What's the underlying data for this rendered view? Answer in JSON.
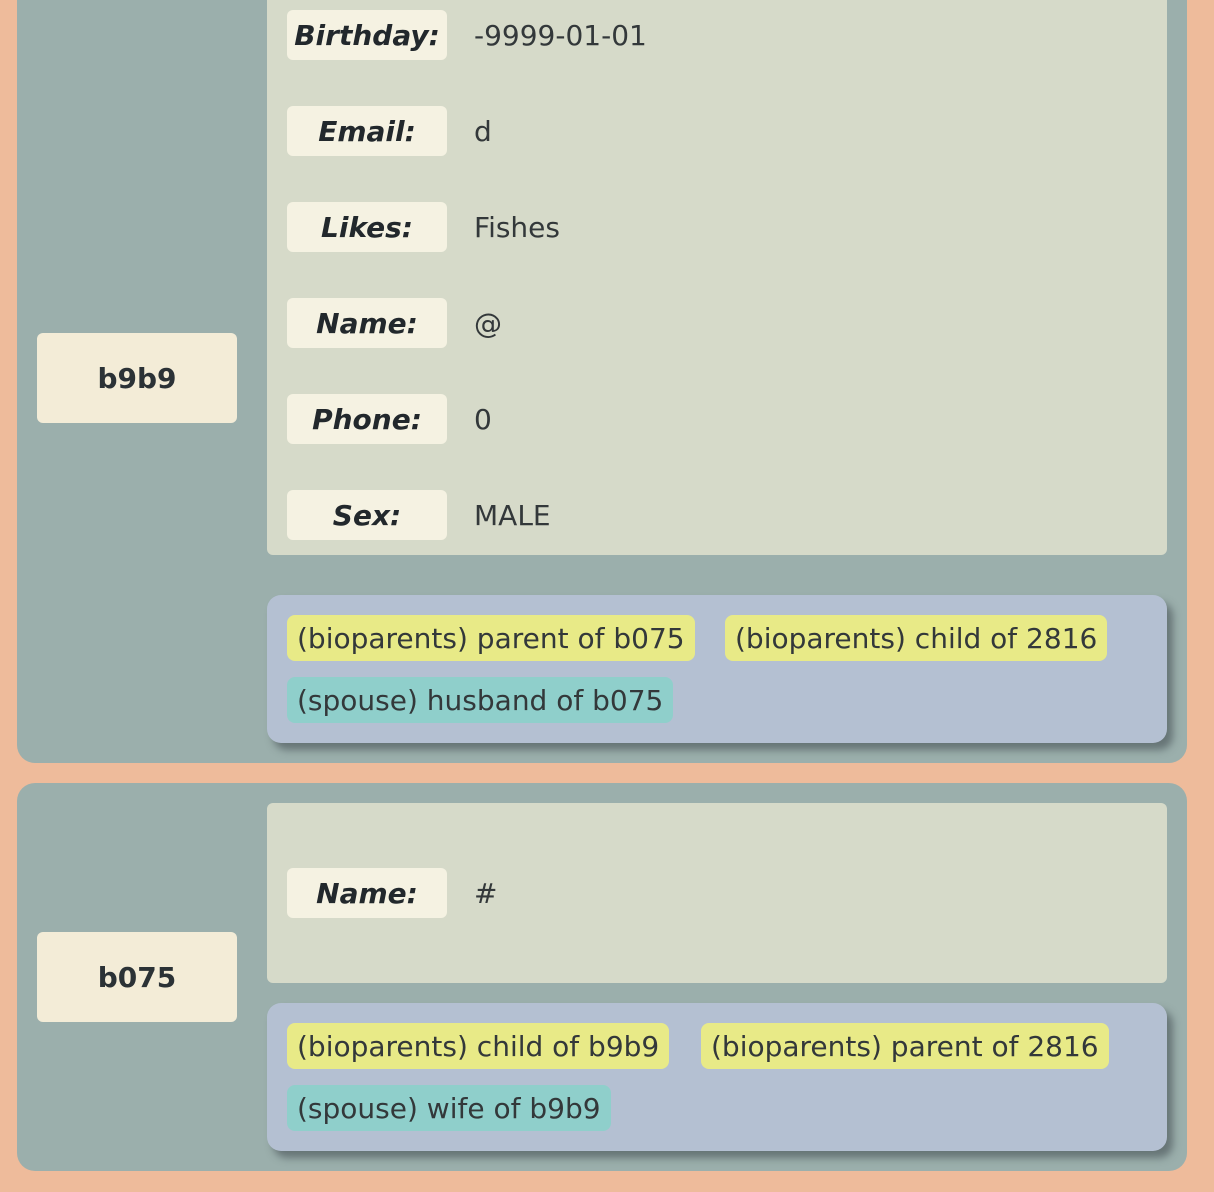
{
  "people": [
    {
      "id": "b9b9",
      "fields": [
        {
          "label": "Birthday:",
          "value": "-9999-01-01"
        },
        {
          "label": "Email:",
          "value": "d"
        },
        {
          "label": "Likes:",
          "value": "Fishes"
        },
        {
          "label": "Name:",
          "value": "@"
        },
        {
          "label": "Phone:",
          "value": "0"
        },
        {
          "label": "Sex:",
          "value": "MALE"
        }
      ],
      "relations": [
        {
          "kind": "bioparents",
          "text": "(bioparents) parent of b075"
        },
        {
          "kind": "bioparents",
          "text": "(bioparents) child of 2816"
        },
        {
          "kind": "spouse",
          "text": "(spouse) husband of b075"
        }
      ]
    },
    {
      "id": "b075",
      "fields": [
        {
          "label": "Name:",
          "value": "#"
        }
      ],
      "relations": [
        {
          "kind": "bioparents",
          "text": "(bioparents) child of b9b9"
        },
        {
          "kind": "bioparents",
          "text": "(bioparents) parent of 2816"
        },
        {
          "kind": "spouse",
          "text": "(spouse) wife of b9b9"
        }
      ]
    }
  ],
  "colors": {
    "background": "#eebb9b",
    "card": "#9bafac",
    "id_box": "#f3ecd7",
    "fields_panel": "#d6dac9",
    "field_label": "#f5f2e2",
    "relations_panel": "#b4c0d2",
    "bioparents_tag": "#e8ea87",
    "spouse_tag": "#8fcfcb"
  }
}
